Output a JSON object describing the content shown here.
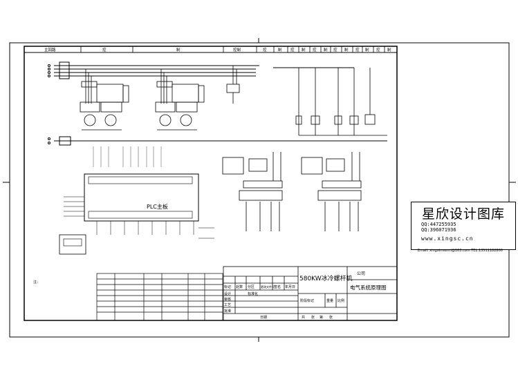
{
  "header_cells": [
    "主回路",
    "控",
    "制",
    "控制",
    "控",
    "制",
    "控",
    "制",
    "控",
    "制",
    "控",
    "制",
    "控",
    "制",
    "控",
    "制"
  ],
  "plc_label": "PLC主板",
  "machine_name": "580KW冰冷螺杆机",
  "drawing_title": "电气系统原理图",
  "company": "公司",
  "title_fields": [
    "设计",
    "审核",
    "工艺",
    "标准化",
    "批准",
    "日期"
  ],
  "rev_fields": [
    "标记",
    "处数",
    "分区",
    "更改文件号",
    "签名",
    "年月日"
  ],
  "stage_fields": [
    "阶段标记",
    "重量",
    "比例"
  ],
  "sheet_fields": [
    "共",
    "张",
    "第",
    "张"
  ],
  "notes_label": "注：",
  "watermark": {
    "title": "星欣设计图库",
    "qq1": "QQ:447255935",
    "qq2": "QQ:396071936",
    "site": "www.xingsc.cn",
    "email": "Email: xingxinsunni@163.com   TEL:13511182800"
  },
  "colors": {
    "line": "#000000",
    "background": "#ffffff"
  }
}
